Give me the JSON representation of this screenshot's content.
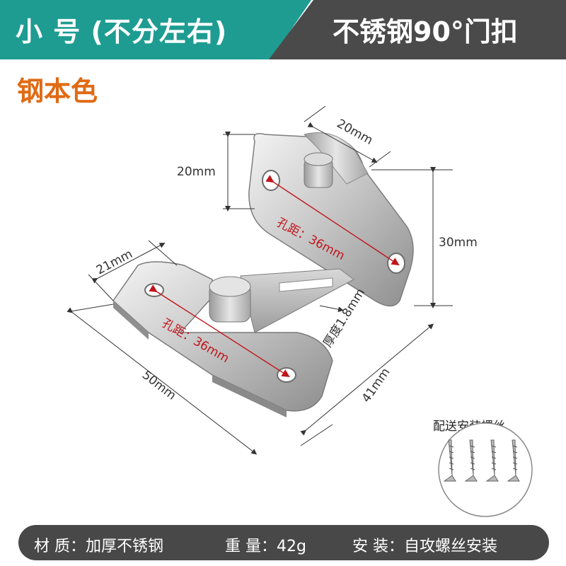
{
  "header": {
    "left_text": "小 号 (不分左右)",
    "right_text": "不锈钢90°门扣",
    "colors": {
      "left_bg": "#1e9c92",
      "right_bg": "#4a4a4a"
    }
  },
  "finish_label": "钢本色",
  "dimensions": {
    "top_width": "20mm",
    "top_height": "20mm",
    "right_height": "30mm",
    "left_width": "21mm",
    "hole_distance_upper": "孔距：36mm",
    "hole_distance_lower": "孔距：36mm",
    "thickness": "厚度1.8mm",
    "bottom_length": "50mm",
    "bottom_depth": "41mm"
  },
  "accessory_caption": "配送安装螺丝",
  "specs": {
    "material": "材 质：加厚不锈钢",
    "weight": "重 量：42g",
    "install": "安 装：自攻螺丝安装"
  }
}
